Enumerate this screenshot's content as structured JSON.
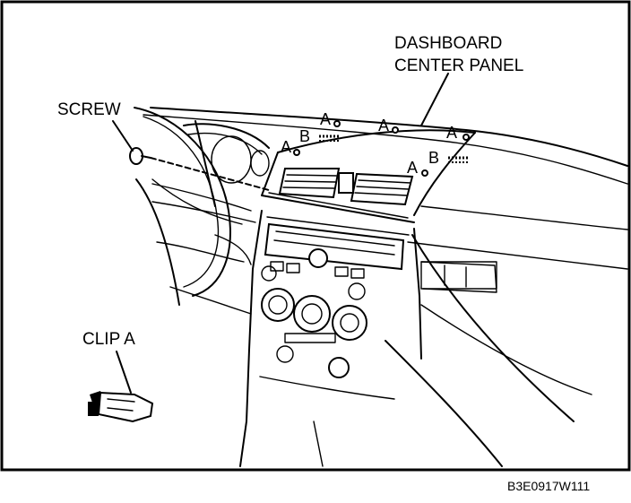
{
  "figure": {
    "labels": {
      "dashboard_line1": "DASHBOARD",
      "dashboard_line2": "CENTER PANEL",
      "screw": "SCREW",
      "clip_a": "CLIP A",
      "figure_code": "B3E0917W111"
    },
    "clip_marks": [
      "A",
      "A",
      "A",
      "A",
      "A"
    ],
    "pin_marks": [
      "B",
      "B"
    ]
  }
}
